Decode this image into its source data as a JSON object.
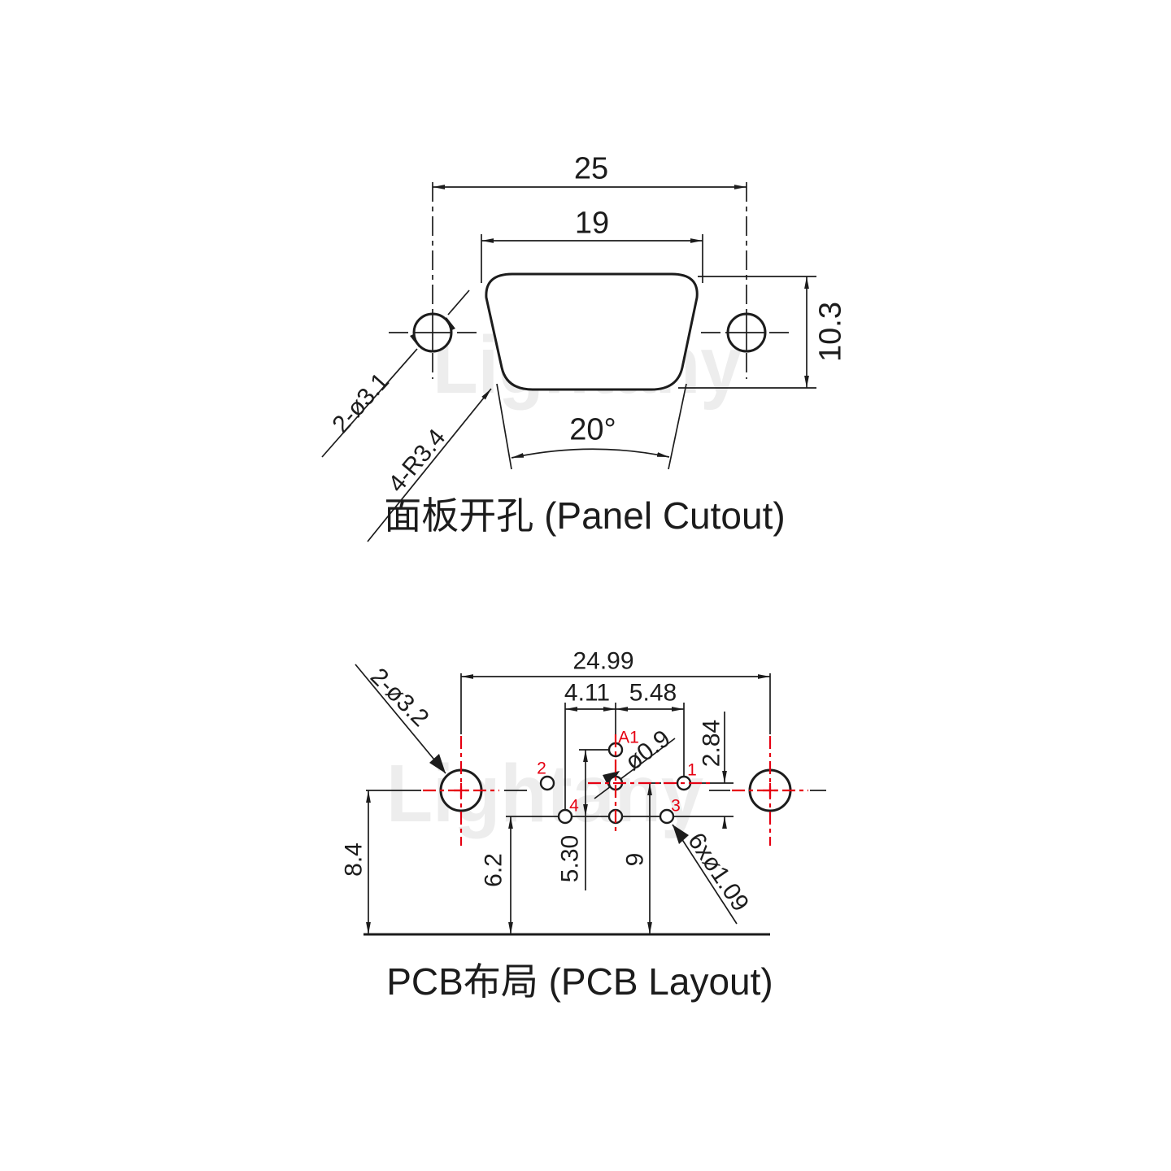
{
  "watermark": {
    "text": "Lightany",
    "color": "#ededed"
  },
  "colors": {
    "line": "#1c1c1c",
    "accent_red": "#e60012"
  },
  "panel_cutout": {
    "title": "面板开孔 (Panel Cutout)",
    "dimensions": {
      "overall_width": "25",
      "opening_width": "19",
      "opening_height": "10.3",
      "taper_angle": "20°",
      "mount_hole_callout": "2-ø3.1",
      "corner_radius_callout": "4-R3.4"
    }
  },
  "pcb_layout": {
    "title": "PCB布局 (PCB Layout)",
    "dimensions": {
      "overall_width": "24.99",
      "left_pitch": "4.11",
      "right_pitch": "5.48",
      "pin1_drop": "2.84",
      "row_span": "5.30",
      "center_row_height": "9",
      "bottom_row_height": "6.2",
      "mount_hole_height": "8.4",
      "coax_pin_dia": "ø0.9",
      "signal_hole_callout": "6xø1.09",
      "mount_hole_callout": "2-ø3.2"
    },
    "pins": [
      {
        "label": "A1"
      },
      {
        "label": "1"
      },
      {
        "label": "2"
      },
      {
        "label": "3"
      },
      {
        "label": "4"
      }
    ]
  }
}
